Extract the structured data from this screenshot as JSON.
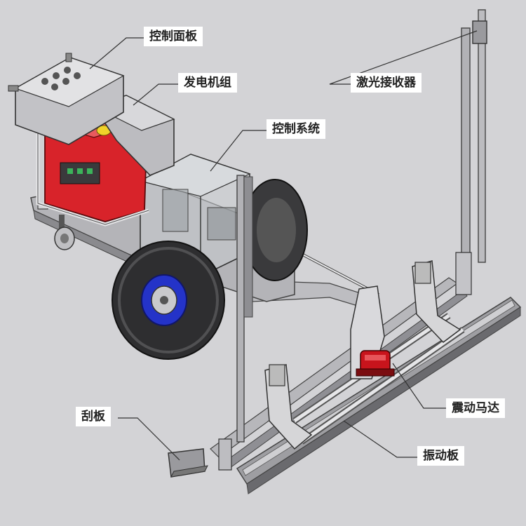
{
  "labels": {
    "control_panel": "控制面板",
    "generator": "发电机组",
    "control_system": "控制系统",
    "laser_receiver": "激光接收器",
    "vibration_motor": "震动马达",
    "vibration_plate": "振动板",
    "scraper": "刮板"
  },
  "colors": {
    "background": "#d3d3d6",
    "generator_red": "#d8232a",
    "motor_red": "#c8141c",
    "hub_blue": "#2433c8",
    "tire": "#2e2e30",
    "frame": "#a8a8ac",
    "leader_line": "#333333"
  }
}
